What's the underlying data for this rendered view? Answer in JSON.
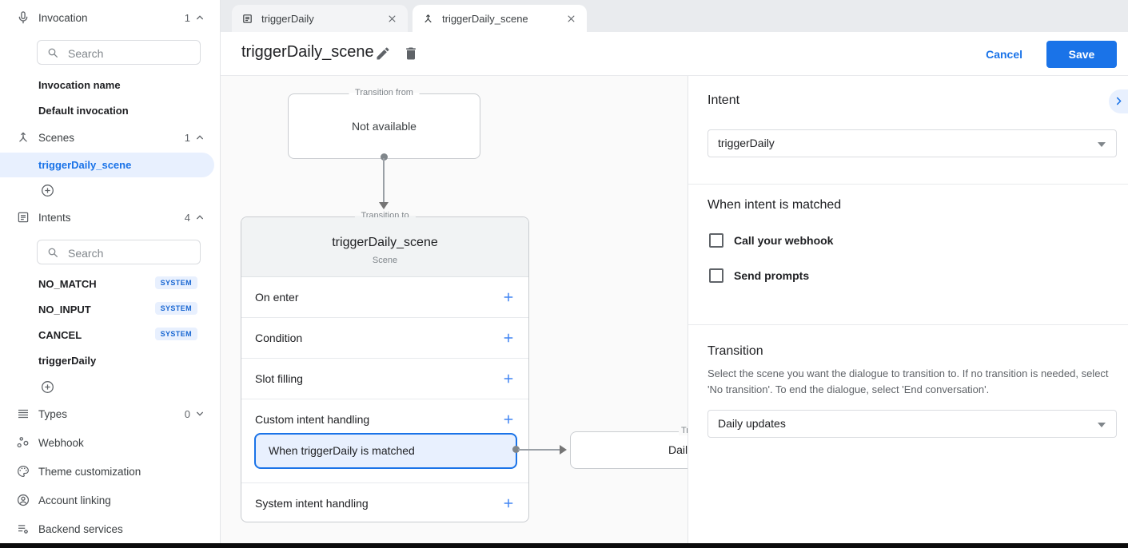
{
  "sidebar": {
    "invocation": {
      "label": "Invocation",
      "count": "1",
      "search_placeholder": "Search",
      "items": [
        "Invocation name",
        "Default invocation"
      ]
    },
    "scenes": {
      "label": "Scenes",
      "count": "1",
      "selected_scene": "triggerDaily_scene"
    },
    "intents": {
      "label": "Intents",
      "count": "4",
      "search_placeholder": "Search",
      "items": [
        {
          "name": "NO_MATCH",
          "badge": "SYSTEM"
        },
        {
          "name": "NO_INPUT",
          "badge": "SYSTEM"
        },
        {
          "name": "CANCEL",
          "badge": "SYSTEM"
        },
        {
          "name": "triggerDaily",
          "badge": ""
        }
      ]
    },
    "types": {
      "label": "Types",
      "count": "0"
    },
    "footer_items": [
      "Webhook",
      "Theme customization",
      "Account linking",
      "Backend services"
    ]
  },
  "tabs": [
    {
      "label": "triggerDaily"
    },
    {
      "label": "triggerDaily_scene"
    }
  ],
  "header": {
    "title": "triggerDaily_scene",
    "cancel_label": "Cancel",
    "save_label": "Save"
  },
  "canvas": {
    "transition_from": {
      "legend": "Transition from",
      "text": "Not available"
    },
    "scene_card": {
      "legend": "Transition to",
      "title": "triggerDaily_scene",
      "subtitle": "Scene",
      "rows": [
        "On enter",
        "Condition",
        "Slot filling",
        "Custom intent handling",
        "System intent handling"
      ],
      "selected_handler": "When triggerDaily is matched"
    },
    "partial_card": {
      "legend_visible": "Tr",
      "text_visible": "Dail"
    }
  },
  "panel": {
    "intent_heading": "Intent",
    "intent_value": "triggerDaily",
    "matched_heading": "When intent is matched",
    "webhook_checkbox_label": "Call your webhook",
    "prompts_checkbox_label": "Send prompts",
    "transition_heading": "Transition",
    "transition_description": "Select the scene you want the dialogue to transition to. If no transition is needed, select 'No transition'. To end the dialogue, select 'End conversation'.",
    "transition_value": "Daily updates"
  },
  "colors": {
    "accent": "#1a73e8",
    "plus_blue": "#4285f4",
    "selected_bg": "#e8f0fe",
    "badge_bg": "#e8f0fe",
    "badge_text": "#1967d2",
    "save_bg": "#1a73e8"
  }
}
